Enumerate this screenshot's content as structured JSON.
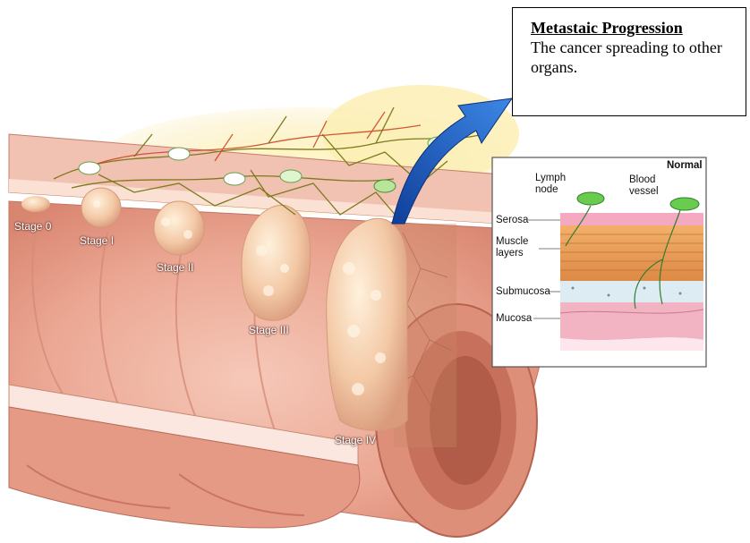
{
  "callout": {
    "title": "Metastaic Progression",
    "body": "The cancer spreading to other organs."
  },
  "stages": [
    "Stage 0",
    "Stage I",
    "Stage II",
    "Stage III",
    "Stage IV"
  ],
  "inset": {
    "header": "Normal",
    "lymph_node": "Lymph node",
    "blood_vessel": "Blood vessel",
    "serosa": "Serosa",
    "muscle_layers": "Muscle layers",
    "submucosa": "Submucosa",
    "mucosa": "Mucosa"
  },
  "colors": {
    "colon_wall": "#f0b7a4",
    "lumen": "#e9a48f",
    "tumor": "#f4cfae",
    "fat": "#fbe8a0",
    "lymph": "#7ed36a",
    "arrow": "#1f5fbf"
  }
}
